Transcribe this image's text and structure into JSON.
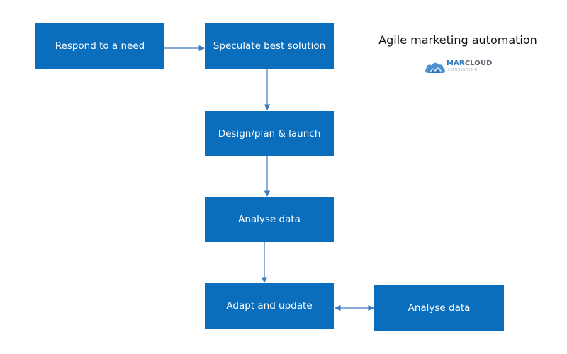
{
  "title": "Agile marketing automation",
  "logo": {
    "brand_primary": "MAR",
    "brand_secondary": "CLOUD",
    "brand_sub": "CONSULTING",
    "icon": "cloud-icon",
    "primary_color": "#2f79bf",
    "secondary_color": "#5f6470"
  },
  "colors": {
    "node_fill": "#0a6ebd",
    "node_text": "#ffffff",
    "arrow": "#3d79bd"
  },
  "nodes": [
    {
      "id": "respond",
      "label": "Respond to a need"
    },
    {
      "id": "speculate",
      "label": "Speculate best solution"
    },
    {
      "id": "design",
      "label": "Design/plan & launch"
    },
    {
      "id": "analyse-main",
      "label": "Analyse data"
    },
    {
      "id": "adapt",
      "label": "Adapt and update"
    },
    {
      "id": "analyse-side",
      "label": "Analyse data"
    }
  ],
  "edges": [
    {
      "from": "respond",
      "to": "speculate",
      "direction": "forward"
    },
    {
      "from": "speculate",
      "to": "design",
      "direction": "forward"
    },
    {
      "from": "design",
      "to": "analyse-main",
      "direction": "forward"
    },
    {
      "from": "analyse-main",
      "to": "adapt",
      "direction": "forward"
    },
    {
      "from": "adapt",
      "to": "analyse-side",
      "direction": "both"
    }
  ]
}
